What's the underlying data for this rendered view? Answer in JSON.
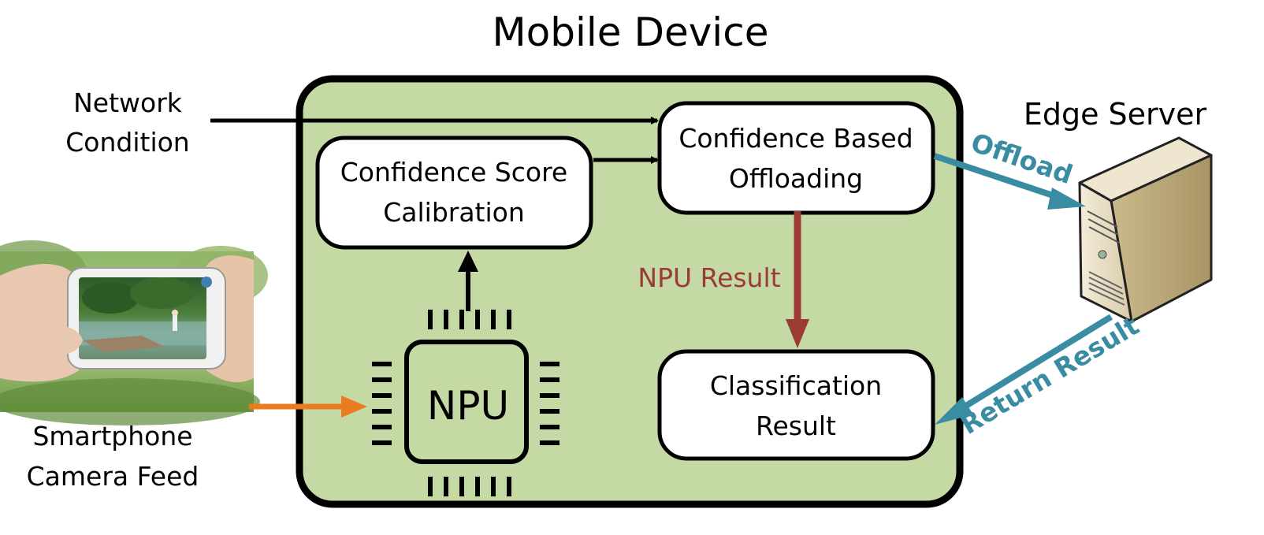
{
  "title": "Mobile Device",
  "inputs": {
    "network_line1": "Network",
    "network_line2": "Condition",
    "camera_line1": "Smartphone",
    "camera_line2": "Camera Feed"
  },
  "boxes": {
    "calibration_line1": "Confidence Score",
    "calibration_line2": "Calibration",
    "offloading_line1": "Confidence Based",
    "offloading_line2": "Offloading",
    "classification_line1": "Classification",
    "classification_line2": "Result",
    "npu": "NPU"
  },
  "server": {
    "label": "Edge Server"
  },
  "edges": {
    "npu_result": "NPU Result",
    "offload": "Offload",
    "return_result": "Return Result"
  },
  "colors": {
    "device_fill": "#c5d9a5",
    "outline": "#000000",
    "npu_result_arrow": "#9a3b34",
    "teal_arrow": "#3a8ca3",
    "camera_arrow": "#ec7b1f"
  },
  "icons": {
    "server": "server-tower-icon",
    "camera_photo": "smartphone-camera-photo",
    "chip": "npu-chip-icon"
  }
}
